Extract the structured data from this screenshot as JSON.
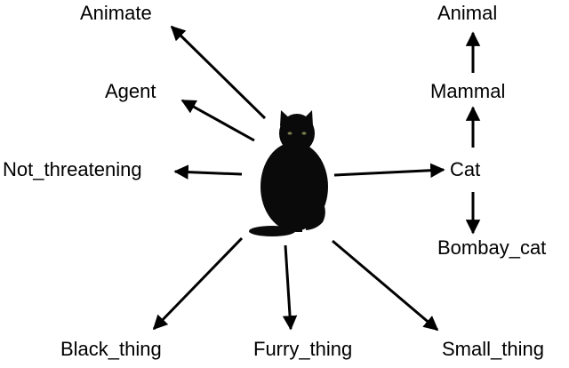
{
  "center_image": {
    "subject": "black cat",
    "icon": "cat-photo"
  },
  "labels": {
    "animate": "Animate",
    "agent": "Agent",
    "not_threatening": "Not_threatening",
    "black_thing": "Black_thing",
    "furry_thing": "Furry_thing",
    "small_thing": "Small_thing",
    "cat": "Cat",
    "mammal": "Mammal",
    "animal": "Animal",
    "bombay_cat": "Bombay_cat"
  },
  "colors": {
    "ink": "#000000",
    "background": "#ffffff"
  }
}
